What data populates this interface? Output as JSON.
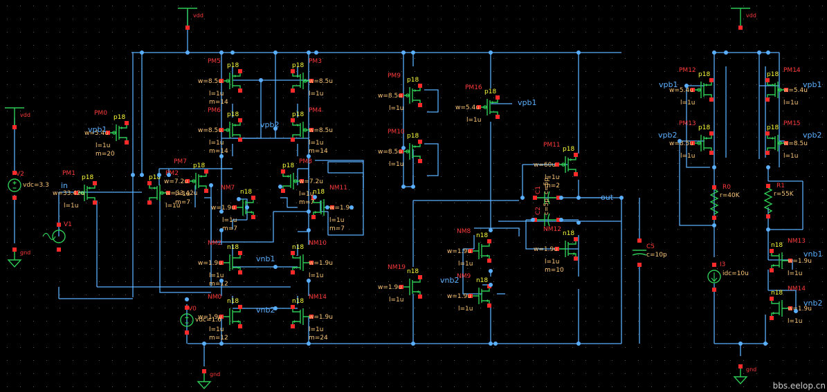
{
  "colors": {
    "background": "#000000",
    "grid": "#5a5a5a",
    "wire": "#5ab0ff",
    "symbol": "#2ecc55",
    "pin": "#ff2a2a",
    "instance_label": "#ff3b3b",
    "model_label": "#ffff3c",
    "param_label": "#ffc878",
    "net_label": "#5ab0ff",
    "watermark": "#cfcfcf"
  },
  "watermark": "bbs.eelop.cn",
  "supplies": [
    {
      "name": "vdd-top",
      "label": "vdd"
    },
    {
      "name": "vdd-left",
      "label": "vdd"
    },
    {
      "name": "vdd-right",
      "label": "vdd"
    }
  ],
  "grounds": [
    {
      "name": "gnd-left",
      "label": "gnd"
    },
    {
      "name": "gnd-main",
      "label": "gnd"
    },
    {
      "name": "gnd-right",
      "label": "gnd"
    }
  ],
  "sources": {
    "v2": {
      "name": "V2",
      "value": "vdc=3.3"
    },
    "v1": {
      "name": "V1"
    },
    "v0": {
      "name": "V0",
      "value": "vdc=1.6"
    },
    "i3": {
      "name": "I3",
      "value": "idc=10u"
    }
  },
  "resistors": {
    "r0": {
      "name": "R0",
      "value": "r=40K"
    },
    "r1": {
      "name": "R1",
      "value": "r=55K"
    }
  },
  "capacitors": {
    "c1": {
      "name": "C1",
      "value": "c=5p"
    },
    "c2": {
      "name": "C2",
      "value": "c=5p"
    },
    "c5": {
      "name": "C5",
      "value": "c=10p"
    }
  },
  "transistors": [
    {
      "name": "PM0",
      "model": "p18",
      "w": "w=5.4u",
      "l": "l=1u",
      "m": "m=20",
      "kind": "p",
      "flip": false
    },
    {
      "name": "PM1",
      "model": "p18",
      "w": "w=33.42u",
      "l": "l=1u",
      "m": "",
      "kind": "p",
      "flip": false
    },
    {
      "name": "PM2",
      "model": "p18",
      "w": "w=33.42u",
      "l": "l=1u",
      "m": "",
      "kind": "p",
      "flip": true
    },
    {
      "name": "PM7",
      "model": "p18",
      "w": "w=7.2u",
      "l": "l=1u",
      "m": "m=7",
      "kind": "p",
      "flip": false
    },
    {
      "name": "PM8",
      "model": "p18",
      "w": "w=7.2u",
      "l": "l=1u",
      "m": "m=7",
      "kind": "p",
      "flip": true
    },
    {
      "name": "PM5",
      "model": "p18",
      "w": "w=8.5u",
      "l": "l=1u",
      "m": "m=14",
      "kind": "p",
      "flip": false
    },
    {
      "name": "PM3",
      "model": "p18",
      "w": "w=8.5u",
      "l": "l=1u",
      "m": "",
      "kind": "p",
      "flip": true
    },
    {
      "name": "PM6",
      "model": "p18",
      "w": "w=8.5u",
      "l": "l=1u",
      "m": "m=14",
      "kind": "p",
      "flip": false
    },
    {
      "name": "PM4",
      "model": "p18",
      "w": "w=8.5u",
      "l": "l=1u",
      "m": "m=14",
      "kind": "p",
      "flip": true
    },
    {
      "name": "PM9",
      "model": "p18",
      "w": "w=8.5u",
      "l": "l=1u",
      "m": "",
      "kind": "p",
      "flip": false
    },
    {
      "name": "PM10",
      "model": "p18",
      "w": "w=8.5u",
      "l": "l=1u",
      "m": "",
      "kind": "p",
      "flip": false
    },
    {
      "name": "PM16",
      "model": "p18",
      "w": "w=5.4u",
      "l": "l=1u",
      "m": "",
      "kind": "p",
      "flip": false
    },
    {
      "name": "PM11",
      "model": "p18",
      "w": "w=60u",
      "l": "l=1u",
      "m": "m=2",
      "kind": "p",
      "flip": false
    },
    {
      "name": "PM12",
      "model": "p18",
      "w": "w=5.4u",
      "l": "l=1u",
      "m": "",
      "kind": "p",
      "flip": false
    },
    {
      "name": "PM14",
      "model": "p18",
      "w": "w=5.4u",
      "l": "l=1u",
      "m": "",
      "kind": "p",
      "flip": true
    },
    {
      "name": "PM13",
      "model": "p18",
      "w": "w=8.5u",
      "l": "l=1u",
      "m": "",
      "kind": "p",
      "flip": false
    },
    {
      "name": "PM15",
      "model": "p18",
      "w": "w=8.5u",
      "l": "l=1u",
      "m": "",
      "kind": "p",
      "flip": true
    },
    {
      "name": "NM7",
      "model": "n18",
      "w": "w=1.9u",
      "l": "l=1u",
      "m": "m=7",
      "kind": "n",
      "flip": false
    },
    {
      "name": "NM11",
      "model": "n18",
      "w": "w=1.9u",
      "l": "l=1u",
      "m": "m=7",
      "kind": "n",
      "flip": true
    },
    {
      "name": "NM2",
      "model": "n18",
      "w": "w=1.9u",
      "l": "l=1u",
      "m": "m=12",
      "kind": "n",
      "flip": false
    },
    {
      "name": "NM10",
      "model": "n18",
      "w": "w=1.9u",
      "l": "l=1u",
      "m": "",
      "kind": "n",
      "flip": true
    },
    {
      "name": "NM0",
      "model": "n18",
      "w": "w=1.9u",
      "l": "l=1u",
      "m": "m=12",
      "kind": "n",
      "flip": false
    },
    {
      "name": "NM14",
      "model": "n18",
      "w": "w=1.9u",
      "l": "l=1u",
      "m": "m=24",
      "kind": "n",
      "flip": true
    },
    {
      "name": "NM19",
      "model": "n18",
      "w": "w=1.9u",
      "l": "l=1u",
      "m": "",
      "kind": "n",
      "flip": false
    },
    {
      "name": "NM8",
      "model": "n18",
      "w": "w=1.9u",
      "l": "l=1u",
      "m": "",
      "kind": "n",
      "flip": false
    },
    {
      "name": "NM9",
      "model": "n18",
      "w": "w=1.9u",
      "l": "l=1u",
      "m": "",
      "kind": "n",
      "flip": false
    },
    {
      "name": "NM12",
      "model": "n18",
      "w": "w=1.9u",
      "l": "l=1u",
      "m": "m=10",
      "kind": "n",
      "flip": false
    },
    {
      "name": "NM13",
      "model": "n18",
      "w": "w=1.9u",
      "l": "l=1u",
      "m": "",
      "kind": "n",
      "flip": true
    },
    {
      "name": "NM14",
      "model": "n18",
      "w": "w=1.9u",
      "l": "l=1u",
      "m": "",
      "kind": "n",
      "flip": true
    }
  ],
  "net_labels": [
    {
      "id": "in",
      "text": "in"
    },
    {
      "id": "vpb1-pm0",
      "text": "vpb1"
    },
    {
      "id": "vpb2-pm6",
      "text": "vpb2"
    },
    {
      "id": "vpb1-pm16",
      "text": "vpb1"
    },
    {
      "id": "vnb1-nm2",
      "text": "vnb1"
    },
    {
      "id": "vnb2-nm0",
      "text": "vnb2"
    },
    {
      "id": "vnb2-nm19",
      "text": "vnb2"
    },
    {
      "id": "out",
      "text": "out"
    },
    {
      "id": "vpb1-bias-left",
      "text": "vpb1"
    },
    {
      "id": "vpb1-bias-right",
      "text": "vpb1"
    },
    {
      "id": "vpb2-bias-left",
      "text": "vpb2"
    },
    {
      "id": "vpb2-bias-right",
      "text": "vpb2"
    },
    {
      "id": "vnb1-bias",
      "text": "vnb1"
    },
    {
      "id": "vnb2-bias",
      "text": "vnb2"
    }
  ]
}
